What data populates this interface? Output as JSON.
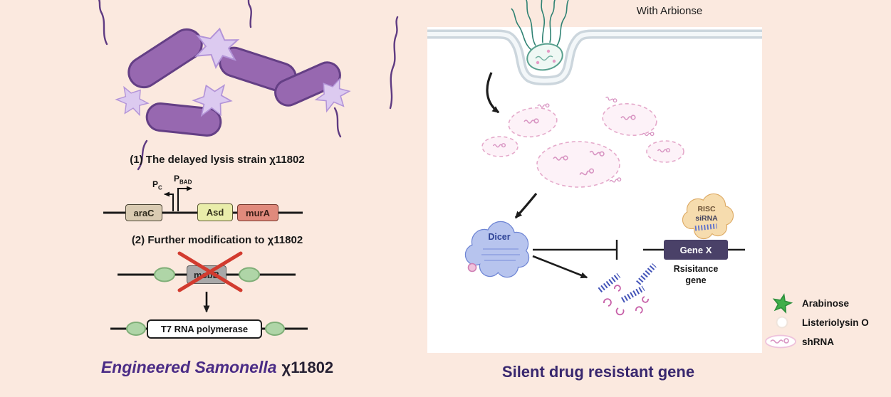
{
  "colors": {
    "background": "#fbe9df",
    "caption_left_purple": "#4b2c86",
    "caption_right_purple": "#38276e",
    "bacteria_purple": "#9768b0",
    "gene_x_bg": "#4a4168",
    "arac_box": "#d9cbb2",
    "asd_box": "#e9edaa",
    "mura_box": "#e08a7c",
    "msbb_box": "#a8a8a8",
    "dicer_blue": "#b7c4ee",
    "risc_tan": "#f6dcae",
    "arabinose_green": "#3fae49",
    "shrna_pink": "#d894c2"
  },
  "left_panel": {
    "step1_label": "(1) The delayed lysis strain χ11802",
    "step2_label": "(2) Further modification to χ11802",
    "construct1": {
      "promoter_c_base": "P",
      "promoter_c_sub": "C",
      "promoter_bad_base": "P",
      "promoter_bad_sub": "BAD",
      "gene_arac": "araC",
      "gene_asd": "Asd",
      "gene_mura": "murA"
    },
    "construct2": {
      "gene_msbb": "msbB"
    },
    "construct3": {
      "gene_t7": "T7 RNA polymerase"
    },
    "caption_main": "Engineered Samonella",
    "caption_strain": "χ11802"
  },
  "right_panel": {
    "header": "With Arbionse",
    "dicer_label": "Dicer",
    "risc_label": "RISC",
    "sirna_label": "siRNA",
    "gene_x_label": "Gene X",
    "resistance_label": "Rsisitance\ngene",
    "caption": "Silent drug resistant gene"
  },
  "legend": {
    "items": [
      {
        "icon": "arabinose-star",
        "label": "Arabinose"
      },
      {
        "icon": "listeriolysin-circle",
        "label": "Listeriolysin O"
      },
      {
        "icon": "shrna-symbol",
        "label": "shRNA"
      }
    ]
  }
}
